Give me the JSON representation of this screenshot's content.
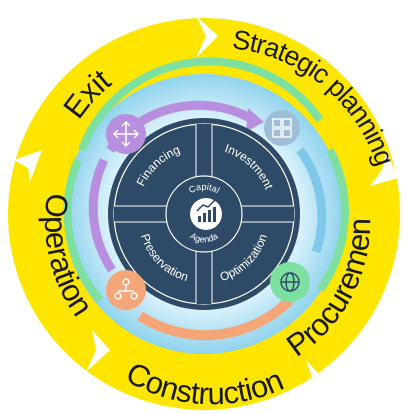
{
  "phases": {
    "exit": "Exit",
    "strategic_planning": "Strategic planning",
    "procurement": "Procurement",
    "construction": "Construction",
    "operation": "Operation"
  },
  "quadrants": {
    "financing": "Financing",
    "investment": "Investment",
    "preservation": "Preservation",
    "optimization": "Optimization"
  },
  "center": {
    "top": "Capital",
    "bottom": "Agenda"
  },
  "colors": {
    "outer_ring": "#FFE600",
    "inner_disc": "#2E4A66",
    "ring_light": "#BFE6F4",
    "arrow_purple": "#B88FE0",
    "arrow_green": "#7DDFA0",
    "arrow_orange": "#F5A679",
    "arrow_blue": "#7FC8EC"
  },
  "icons": {
    "top_left": "arrows-move-icon",
    "top_right": "puzzle-icon",
    "bottom_left": "people-network-icon",
    "bottom_right": "globe-icon",
    "center": "growth-chart-icon"
  }
}
